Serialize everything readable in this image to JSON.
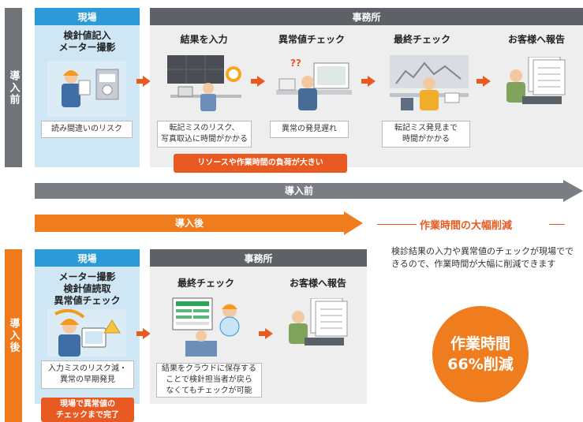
{
  "side": {
    "before": "導入前",
    "after": "導入後"
  },
  "before": {
    "genba": {
      "header": "現場",
      "title": "検針値記入\nメーター撮影",
      "issue": "読み間違いのリスク"
    },
    "office": {
      "header": "事務所",
      "steps": [
        {
          "title": "結果を入力",
          "issue": "転記ミスのリスク、\n写真取込に時間がかかる"
        },
        {
          "title": "異常値チェック",
          "issue": "異常の発見遅れ"
        },
        {
          "title": "最終チェック",
          "issue": "転記ミス発見まで\n時間がかかる"
        },
        {
          "title": "お客様へ報告",
          "issue": ""
        }
      ],
      "burden": "リソースや作業時間の負荷が大きい",
      "question_marks": "??"
    }
  },
  "timeline": {
    "before": "導入前",
    "after": "導入後"
  },
  "reduction": {
    "title": "作業時間の大幅削減",
    "description": "検診結果の入力や異常値のチェックが現場でできるので、作業時間が大幅に削減できます",
    "circle_line1": "作業時間",
    "circle_line2": "66%削減"
  },
  "after": {
    "genba": {
      "header": "現場",
      "title": "メーター撮影\n検針値読取\n異常値チェック",
      "issue": "入力ミスのリスク減・\n異常の早期発見",
      "highlight": "現場で異常値の\nチェックまで完了"
    },
    "office": {
      "header": "事務所",
      "steps": [
        {
          "title": "最終チェック",
          "note": "結果をクラウドに保存する\nことで検針担当者が戻ら\nなくてもチェックが可能"
        },
        {
          "title": "お客様へ報告"
        }
      ]
    }
  },
  "colors": {
    "orange": "#e95a22",
    "blue": "#2b9ad6",
    "gray": "#5e6266",
    "light_blue": "#cfe7f5"
  }
}
